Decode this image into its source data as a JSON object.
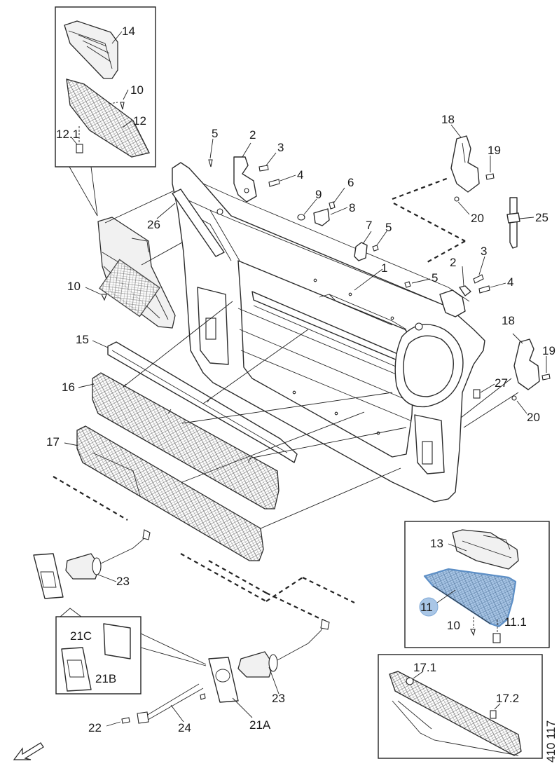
{
  "diagram": {
    "figure_code": "410 117",
    "highlighted_part": "11",
    "labels": {
      "p1": "1",
      "p2a": "2",
      "p2b": "2",
      "p3a": "3",
      "p3b": "3",
      "p4a": "4",
      "p4b": "4",
      "p5a": "5",
      "p5b": "5",
      "p5c": "5",
      "p6": "6",
      "p7": "7",
      "p8": "8",
      "p9": "9",
      "p10a": "10",
      "p10b": "10",
      "p10c": "10",
      "p11": "11",
      "p11_1": "11.1",
      "p12": "12",
      "p12_1": "12.1",
      "p13": "13",
      "p14": "14",
      "p15": "15",
      "p16": "16",
      "p17": "17",
      "p17_1": "17.1",
      "p17_2": "17.2",
      "p18a": "18",
      "p18b": "18",
      "p19a": "19",
      "p19b": "19",
      "p20a": "20",
      "p20b": "20",
      "p21A": "21A",
      "p21B": "21B",
      "p21C": "21C",
      "p22": "22",
      "p23a": "23",
      "p23b": "23",
      "p24": "24",
      "p25": "25",
      "p26": "26",
      "p27": "27"
    },
    "colors": {
      "highlight_fill": "#a9c6e6",
      "highlight_stroke": "#5d8fc6",
      "line": "#2b2b2b"
    }
  }
}
